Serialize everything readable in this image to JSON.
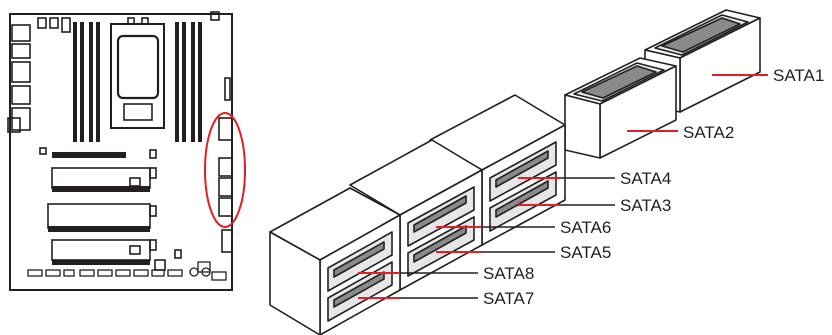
{
  "figure": {
    "type": "connector-location-diagram",
    "highlight_color": "#e31e24",
    "ink_color": "#231f20",
    "connector_face_color": "#e6e6e6",
    "connector_slot_color": "#8a8a8a"
  },
  "labels": {
    "sata1": "SATA1",
    "sata2": "SATA2",
    "sata3": "SATA3",
    "sata4": "SATA4",
    "sata5": "SATA5",
    "sata6": "SATA6",
    "sata7": "SATA7",
    "sata8": "SATA8"
  }
}
